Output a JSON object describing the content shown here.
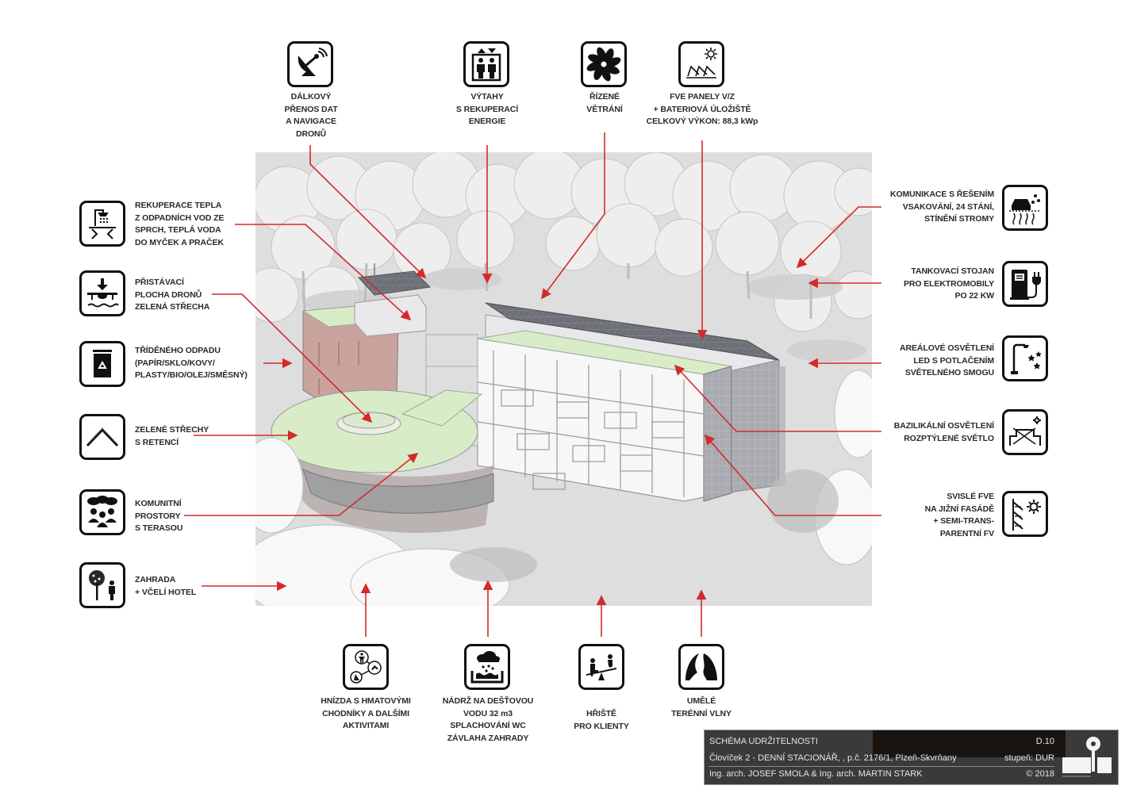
{
  "diagram": {
    "accent_color": "#d42a2a",
    "features_top": [
      {
        "id": "drone-data",
        "icon": "satellite-dish-icon",
        "lines": [
          "DÁLKOVÝ",
          "PŘENOS DAT",
          "A NAVIGACE",
          "DRONŮ"
        ]
      },
      {
        "id": "elevators",
        "icon": "elevator-icon",
        "lines": [
          "VÝTAHY",
          "S REKUPERACÍ",
          "ENERGIE"
        ]
      },
      {
        "id": "ventilation",
        "icon": "fan-icon",
        "lines": [
          "ŘÍZENÉ",
          "VĚTRÁNÍ"
        ]
      },
      {
        "id": "pv-panels",
        "icon": "solar-panel-icon",
        "lines": [
          "FVE PANELY V/Z",
          "+ BATERIOVÁ ÚLOŽIŠTĚ",
          "CELKOVÝ VÝKON: 88,3 kWp"
        ]
      }
    ],
    "features_left": [
      {
        "id": "heat-recovery",
        "icon": "shower-heat-recovery-icon",
        "lines": [
          "REKUPERACE TEPLA",
          "Z ODPADNÍCH VOD ZE",
          "SPRCH, TEPLÁ VODA",
          "DO MYČEK A PRAČEK"
        ]
      },
      {
        "id": "drone-pad",
        "icon": "drone-landing-icon",
        "lines": [
          "PŘISTÁVACÍ",
          "PLOCHA DRONŮ",
          "ZELENÁ STŘECHA"
        ]
      },
      {
        "id": "waste",
        "icon": "recycle-bin-icon",
        "lines": [
          "TŘÍDĚNÉHO ODPADU",
          "(PAPÍR/SKLO/KOVY/",
          "PLASTY/BIO/OLEJ/SMĚSNÝ)"
        ]
      },
      {
        "id": "green-roofs",
        "icon": "green-roof-icon",
        "lines": [
          "ZELENÉ STŘECHY",
          "S RETENCÍ"
        ]
      },
      {
        "id": "community",
        "icon": "community-people-icon",
        "lines": [
          "KOMUNITNÍ",
          "PROSTORY",
          "S TERASOU"
        ]
      },
      {
        "id": "garden",
        "icon": "garden-tree-icon",
        "lines": [
          "ZAHRADA",
          "+ VČELÍ HOTEL"
        ]
      }
    ],
    "features_right": [
      {
        "id": "paving",
        "icon": "permeable-parking-icon",
        "lines": [
          "KOMUNIKACE S ŘEŠENÍM",
          "VSAKOVÁNÍ, 24 STÁNÍ,",
          "STÍNĚNÍ STROMY"
        ]
      },
      {
        "id": "ev-charging",
        "icon": "ev-charger-icon",
        "lines": [
          "TANKOVACÍ STOJAN",
          "PRO ELEKTROMOBILY",
          "PO 22 KW"
        ]
      },
      {
        "id": "led-lighting",
        "icon": "street-lamp-stars-icon",
        "lines": [
          "AREÁLOVÉ OSVĚTLENÍ",
          "LED S POTLAČENÍM",
          "SVĚTELNÉHO SMOGU"
        ]
      },
      {
        "id": "skylight",
        "icon": "skylight-icon",
        "lines": [
          "BAZILIKÁLNÍ OSVĚTLENÍ",
          "ROZPTÝLENÉ SVĚTLO"
        ]
      },
      {
        "id": "facade-pv",
        "icon": "facade-pv-icon",
        "lines": [
          "SVISLÉ FVE",
          "NA JIŽNÍ FASÁDĚ",
          "+ SEMI-TRANS-",
          "PARENTNÍ FV"
        ]
      }
    ],
    "features_bottom": [
      {
        "id": "nests",
        "icon": "activity-nests-icon",
        "lines": [
          "HNÍZDA S HMATOVÝMI",
          "CHODNÍKY A DALŠÍMI",
          "AKTIVITAMI"
        ]
      },
      {
        "id": "rain-tank",
        "icon": "rainwater-tank-icon",
        "lines": [
          "NÁDRŽ NA DEŠŤOVOU",
          "VODU 32 m3",
          "SPLACHOVÁNÍ WC",
          "ZÁVLAHA ZAHRADY"
        ]
      },
      {
        "id": "playground",
        "icon": "seesaw-icon",
        "lines": [
          "HŘIŠTĚ",
          "PRO KLIENTY"
        ]
      },
      {
        "id": "terrain",
        "icon": "terrain-waves-icon",
        "lines": [
          "UMĚLÉ",
          "TERÉNNÍ VLNY"
        ]
      }
    ]
  },
  "title_block": {
    "title": "SCHÉMA UDRŽITELNOSTI",
    "sheet": "D.10",
    "project": "Človíček 2 - DENNÍ STACIONÁŘ, , p.č. 2176/1, Plzeň-Skvrňany",
    "stage": "stupeň: DUR",
    "authors": "Ing. arch. JOSEF SMOLA  & Ing. arch. MARTIN STARK",
    "copyright": "© 2018"
  }
}
